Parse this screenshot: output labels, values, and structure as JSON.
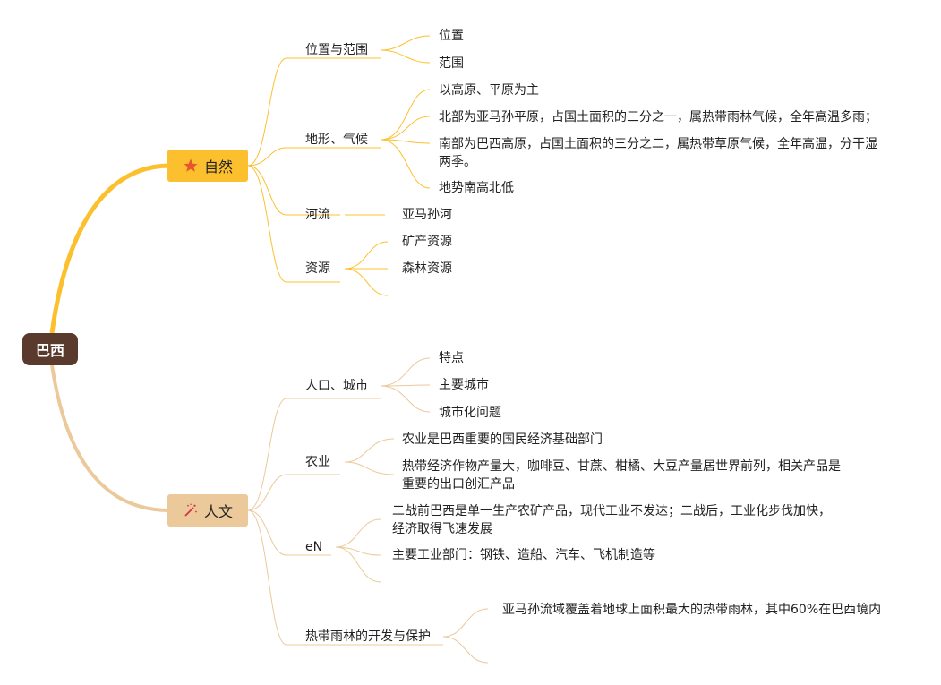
{
  "root": "巴西",
  "branch_natural": {
    "label": "自然",
    "icon": "star-icon",
    "color": "#fcc02e",
    "topics": [
      {
        "label": "位置与范围",
        "children": [
          "位置",
          "范围"
        ]
      },
      {
        "label": "地形、气候",
        "children": [
          "以高原、平原为主",
          "北部为亚马孙平原，占国土面积的三分之一，属热带雨林气候，全年高温多雨；",
          "南部为巴西高原，占国土面积的三分之二，属热带草原气候，全年高温，分干湿两季。",
          "地势南高北低"
        ]
      },
      {
        "label": "河流",
        "children": [
          "亚马孙河"
        ]
      },
      {
        "label": "资源",
        "children": [
          "矿产资源",
          "森林资源",
          ""
        ]
      }
    ]
  },
  "branch_human": {
    "label": "人文",
    "icon": "magic-wand-icon",
    "color": "#ecc99b",
    "topics": [
      {
        "label": "人口、城市",
        "children": [
          "特点",
          "主要城市",
          "城市化问题"
        ]
      },
      {
        "label": "农业",
        "children": [
          "农业是巴西重要的国民经济基础部门",
          "热带经济作物产量大，咖啡豆、甘蔗、柑橘、大豆产量居世界前列，相关产品是重要的出口创汇产品"
        ]
      },
      {
        "label": "eN",
        "children": [
          "二战前巴西是单一生产农矿产品，现代工业不发达；二战后，工业化步伐加快，经济取得飞速发展",
          "主要工业部门：钢铁、造船、汽车、飞机制造等",
          ""
        ]
      },
      {
        "label": "热带雨林的开发与保护",
        "children": [
          "亚马孙流域覆盖着地球上面积最大的热带雨林，其中60%在巴西境内",
          ""
        ]
      }
    ]
  }
}
